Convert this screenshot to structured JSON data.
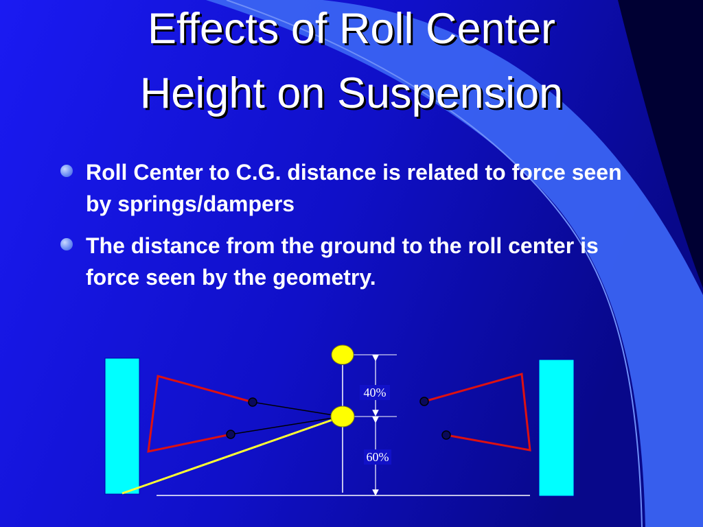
{
  "slide": {
    "title_line1": "Effects of Roll Center",
    "title_line2": "Height on Suspension",
    "bullets": [
      {
        "text": "Roll Center to C.G. distance is related to force seen by springs/dampers"
      },
      {
        "text": "The distance from the ground to the roll center is force seen by the geometry."
      }
    ]
  },
  "diagram": {
    "upper_label": "40%",
    "lower_label": "60%"
  },
  "colors": {
    "background": "#1414e6",
    "wheel": "#00ffff",
    "control_arm": "#dd1111",
    "center_of_gravity": "#ffff00",
    "force_line": "#ffff33",
    "wave": "#3a63f2"
  }
}
